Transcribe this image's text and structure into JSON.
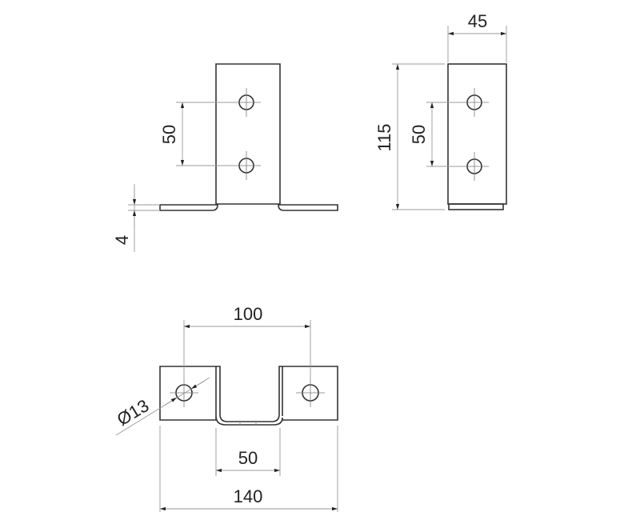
{
  "front_view": {
    "hole_spacing": "50",
    "thickness": "4"
  },
  "side_view": {
    "width": "45",
    "height": "115",
    "hole_spacing": "50"
  },
  "top_view": {
    "hole_spacing": "100",
    "channel_width": "50",
    "overall_width": "140",
    "hole_diameter": "Ø13"
  },
  "colors": {
    "line": "#333333",
    "dimension": "#999999"
  }
}
